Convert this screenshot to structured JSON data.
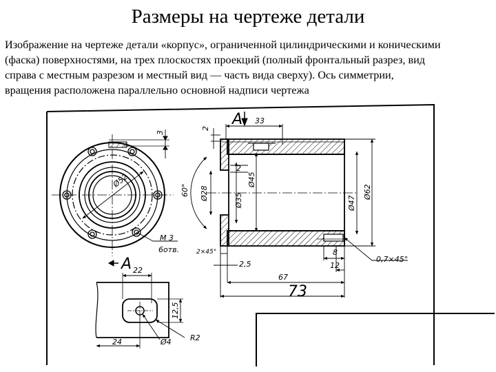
{
  "title": "Размеры на чертеже детали",
  "description": "Изображение на чертеже детали «корпус», ограниченной цилиндрическими и коническими\n(фаска) поверхностями, на трех плоскостях проекций (полный фронтальный разрез, вид\nсправа с местным разрезом и местный вид — часть вида сверху). Ось симметрии,\nвращения расположена параллельно основной надписи чертежа",
  "drawing": {
    "view_label": "A",
    "dims": {
      "d_3": "3",
      "d_2_top": "2",
      "d_33": "33",
      "d_phi52": "Ø52",
      "d_60deg": "60°",
      "d_phi28": "Ø28",
      "d_phi35": "Ø35",
      "d_phi45": "Ø45",
      "d_2_mid": "2",
      "d_phi47": "Ø47",
      "d_phi62": "Ø62",
      "d_m3": "M 3",
      "d_6otv": "6отв.",
      "d_2x45": "2×45°",
      "d_2_5": "2,5",
      "d_8": "8",
      "d_12": "12",
      "d_07x45": "0,7×45°",
      "d_67": "67",
      "d_73": "73",
      "d_22": "22",
      "d_12_5": "12,5",
      "d_24": "24",
      "d_phi4": "Ø4",
      "d_r2": "R2"
    }
  }
}
